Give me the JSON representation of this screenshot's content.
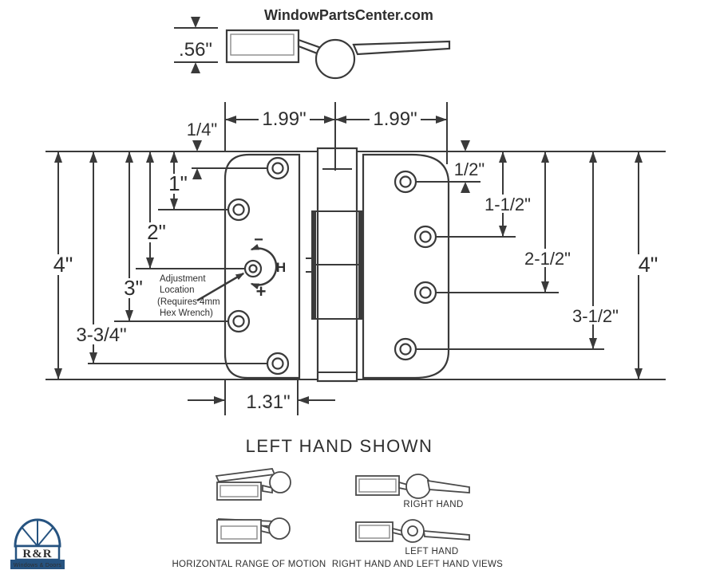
{
  "header": {
    "title": "WindowPartsCenter.com"
  },
  "top_view": {
    "thickness": ".56\""
  },
  "diagram": {
    "top_dims": {
      "offset": "1/4\"",
      "left_span": "1.99\"",
      "right_span": "1.99\""
    },
    "left_dims": [
      "1\"",
      "2\"",
      "3\"",
      "3-3/4\"",
      "4\""
    ],
    "right_dims": [
      "1/2\"",
      "1-1/2\"",
      "2-1/2\"",
      "3-1/2\"",
      "4\""
    ],
    "bottom_dim": "1.31\"",
    "adjustment": {
      "line1": "Adjustment",
      "line2": "Location",
      "line3": "(Requires 4mm",
      "line4": "Hex Wrench)",
      "minus": "−",
      "axis": "H",
      "plus": "+"
    }
  },
  "captions": {
    "shown": "LEFT HAND SHOWN",
    "right_hand": "RIGHT HAND",
    "left_hand": "LEFT HAND",
    "motion": "HORIZONTAL RANGE OF MOTION",
    "views": "RIGHT HAND AND LEFT HAND VIEWS"
  },
  "logo": {
    "name": "R&R",
    "tagline": "Windows & Doors"
  },
  "colors": {
    "line": "#3a3a3a",
    "logo_blue": "#265380"
  }
}
